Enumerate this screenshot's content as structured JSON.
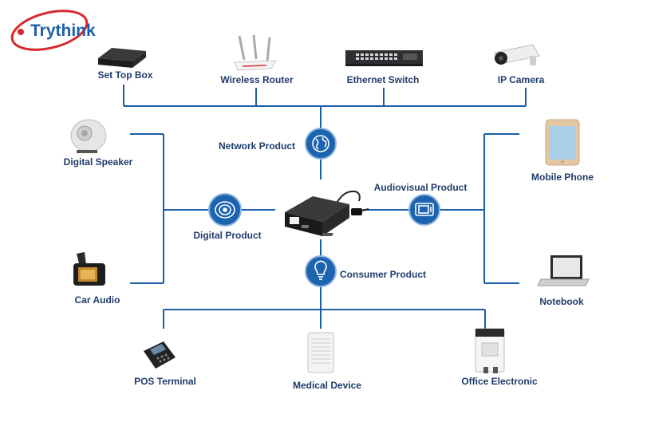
{
  "brand": {
    "name": "Trythink"
  },
  "colors": {
    "line": "#1a5da8",
    "circle": "#1c63b0",
    "label": "#1f3c6b",
    "logo_blue": "#1d5fa8",
    "logo_red": "#d9262c"
  },
  "center": {
    "name": "power-adapter",
    "icon": "ac-adapter-icon"
  },
  "categories": {
    "network": {
      "label": "Network Product",
      "icon": "globe-icon"
    },
    "digital": {
      "label": "Digital Product",
      "icon": "disc-icon"
    },
    "audiovisual": {
      "label": "Audiovisual Product",
      "icon": "tv-icon"
    },
    "consumer": {
      "label": "Consumer Product",
      "icon": "lightbulb-icon"
    }
  },
  "devices": {
    "set_top_box": {
      "label": "Set Top Box",
      "icon": "set-top-box-icon"
    },
    "wireless_router": {
      "label": "Wireless  Router",
      "icon": "router-icon"
    },
    "ethernet_switch": {
      "label": "Ethernet Switch",
      "icon": "network-switch-icon"
    },
    "ip_camera": {
      "label": "IP Camera",
      "icon": "security-camera-icon"
    },
    "digital_speaker": {
      "label": "Digital Speaker",
      "icon": "speaker-icon"
    },
    "car_audio": {
      "label": "Car Audio",
      "icon": "car-audio-icon"
    },
    "mobile_phone": {
      "label": "Mobile Phone",
      "icon": "smartphone-icon"
    },
    "notebook": {
      "label": "Notebook",
      "icon": "laptop-icon"
    },
    "pos_terminal": {
      "label": "POS Terminal",
      "icon": "pos-terminal-icon"
    },
    "medical_device": {
      "label": "Medical Device",
      "icon": "medical-device-icon"
    },
    "office_electronic": {
      "label": "Office Electronic",
      "icon": "shredder-icon"
    }
  }
}
